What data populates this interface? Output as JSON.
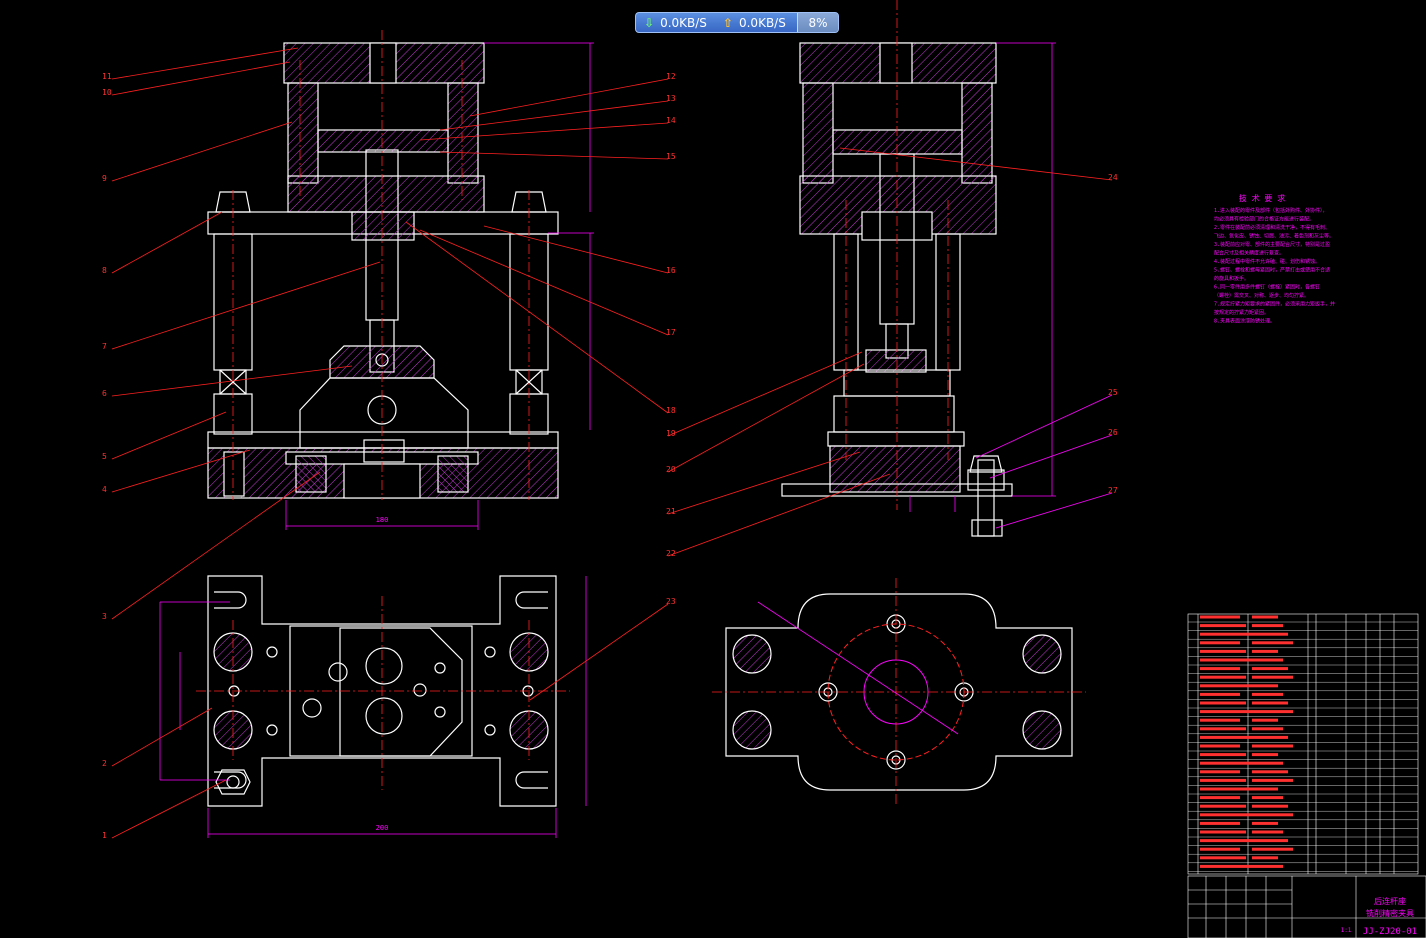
{
  "netmeter": {
    "download": "0.0KB/S",
    "upload": "0.0KB/S",
    "percent": "8%",
    "download_icon": "down-arrow-icon",
    "upload_icon": "up-arrow-icon"
  },
  "colors": {
    "background": "#000000",
    "outline": "#ffffff",
    "hatch": "#c03ad0",
    "leader": "#ff2020",
    "balloon": "#ff3030",
    "dim": "#ff00ff",
    "center": "#ff2020",
    "bar": "#4a7fd6"
  },
  "drawing": {
    "left_balloons": [
      "11",
      "10",
      "9",
      "8",
      "7",
      "6",
      "5",
      "4",
      "3",
      "2",
      "1"
    ],
    "mid_balloons": [
      "12",
      "13",
      "14",
      "15",
      "16",
      "17",
      "18",
      "19",
      "20",
      "21",
      "22",
      "23"
    ],
    "right_balloons": [
      "24",
      "25",
      "26",
      "27"
    ],
    "dims": {
      "front_width": "180",
      "plan_width": "200"
    },
    "tech_title": "技 术 要 求",
    "tech_lines": [
      "1.进入装配的零件及部件（包括外购件、外协件），",
      "  均必须具有检验部门的合格证方能进行装配。",
      "2.零件在装配前必须清理和清洗干净，不得有毛刺、",
      "  飞边、氧化皮、锈蚀、切屑、油污、着色剂和灰尘等。",
      "3.装配前应对零、部件的主要配合尺寸，特别是过盈",
      "  配合尺寸及相关精度进行复查。",
      "4.装配过程中零件不允许磕、碰、划伤和锈蚀。",
      "5.螺钉、螺栓和螺母紧固时，严禁打击或使用不合适",
      "  的旋具和扳手。",
      "6.同一零件用多件螺钉（螺栓）紧固时，各螺钉",
      "  （螺栓）需交叉、对称、逐步、均匀拧紧。",
      "7.规定拧紧力矩要求的紧固件，必须采用力矩扳手，并",
      "  按规定的拧紧力矩紧固。",
      "8.夹具表面涂漆防锈处理。"
    ],
    "title_block": {
      "name_line1": "后连杆座",
      "name_line2": "铣削精密夹具",
      "drawing_no": "JJ-ZJ20-01",
      "scale": "1:1"
    }
  }
}
